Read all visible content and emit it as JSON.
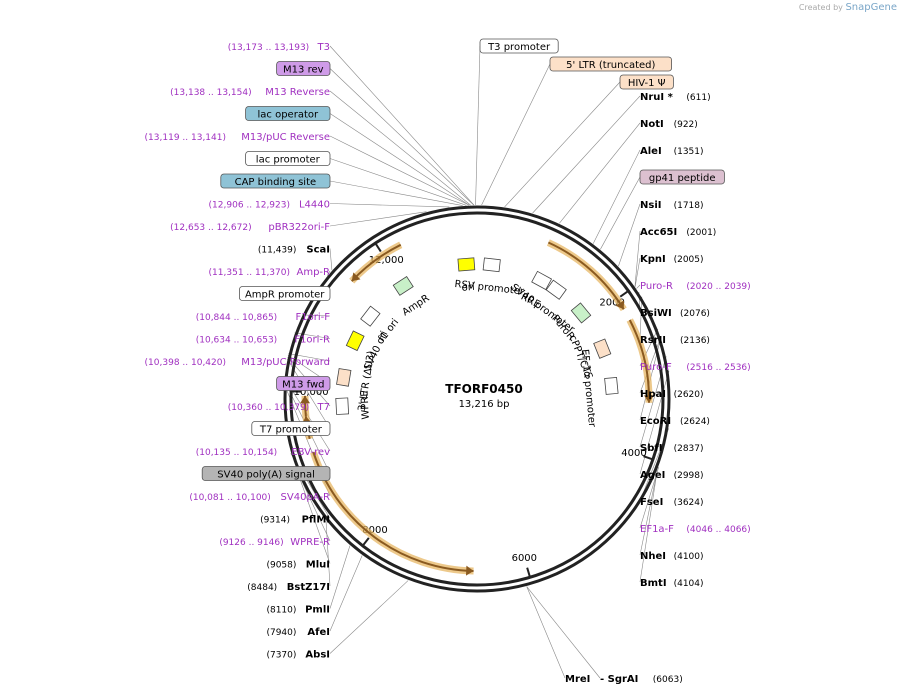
{
  "credit": {
    "prefix": "Created by",
    "brand": "SnapGene"
  },
  "plasmid": {
    "name": "TFORF0450",
    "length_label": "13,216 bp",
    "length": 13216
  },
  "colors": {
    "primer": "#a030c0",
    "site": "#000000",
    "backbone": "#222222",
    "lac_operator": "#8fc3d6",
    "cap_site": "#8fc3d6",
    "m13": "#cf9be8",
    "ltr": "#fce0c8",
    "gp41": "#dcc0d0",
    "sv40pa": "#b4b4b4",
    "orange_arrow": "#e6b25a"
  },
  "ticks": [
    {
      "label": "2000",
      "bp": 2000
    },
    {
      "label": "4000",
      "bp": 4000
    },
    {
      "label": "6000",
      "bp": 6000
    },
    {
      "label": "8000",
      "bp": 8000
    },
    {
      "label": "10,000",
      "bp": 10000
    },
    {
      "label": "12,000",
      "bp": 12000
    }
  ],
  "features_outer": [
    {
      "name": "AmpR arrow",
      "start": 11500,
      "end": 12250,
      "dir": -1
    },
    {
      "name": "orange-1",
      "start": 900,
      "end": 2150,
      "dir": 1
    },
    {
      "name": "orange-2",
      "start": 2300,
      "end": 3350,
      "dir": 1
    },
    {
      "name": "orange-3",
      "start": 6650,
      "end": 9250,
      "dir": -1
    },
    {
      "name": "orange-4",
      "start": 9420,
      "end": 9700,
      "dir": 1
    },
    {
      "name": "orange-5",
      "start": 9700,
      "end": 9950,
      "dir": 1
    }
  ],
  "features_inner": [
    {
      "label": "ori",
      "bp": 13050,
      "color": "#ffff00"
    },
    {
      "label": "AmpR",
      "bp": 12000,
      "color": "#c8f0c8"
    },
    {
      "label": "f1 ori",
      "bp": 11300,
      "color": "#ffffff"
    },
    {
      "label": "SV40 ori",
      "bp": 10850,
      "color": "#ffff00"
    },
    {
      "label": "RSV promoter",
      "bp": 230,
      "color": "#ffffff"
    },
    {
      "label": "RRE",
      "bp": 1050,
      "color": "#ffffff"
    },
    {
      "label": "SV40 promoter",
      "bp": 1320,
      "color": "#ffffff"
    },
    {
      "label": "PuroR",
      "bp": 1850,
      "color": "#c8f0c8"
    },
    {
      "label": "cPPT/CTS",
      "bp": 2500,
      "color": "#fce0c8"
    },
    {
      "label": "EF-1α promoter",
      "bp": 3100,
      "color": "#ffffff"
    },
    {
      "label": "3' LTR (ΔU3)",
      "bp": 10250,
      "color": "#fce0c8"
    },
    {
      "label": "WPRE",
      "bp": 9800,
      "color": "#ffffff"
    }
  ],
  "right_labels": [
    {
      "text": "NruI *",
      "pos": "(611)",
      "bp": 611,
      "kind": "site"
    },
    {
      "text": "NotI",
      "pos": "(922)",
      "bp": 922,
      "kind": "site"
    },
    {
      "text": "AleI",
      "pos": "(1351)",
      "bp": 1351,
      "kind": "site"
    },
    {
      "text": "gp41 peptide",
      "pos": "",
      "bp": 1450,
      "kind": "boxed_gp41"
    },
    {
      "text": "NsiI",
      "pos": "(1718)",
      "bp": 1718,
      "kind": "site"
    },
    {
      "text": "Acc65I",
      "pos": "(2001)",
      "bp": 2001,
      "kind": "site"
    },
    {
      "text": "KpnI",
      "pos": "(2005)",
      "bp": 2005,
      "kind": "site"
    },
    {
      "text": "Puro-R",
      "pos": "(2020 .. 2039)",
      "bp": 2030,
      "kind": "primer"
    },
    {
      "text": "BsiWI",
      "pos": "(2076)",
      "bp": 2076,
      "kind": "site"
    },
    {
      "text": "RsrII",
      "pos": "(2136)",
      "bp": 2136,
      "kind": "site"
    },
    {
      "text": "Puro-F",
      "pos": "(2516 .. 2536)",
      "bp": 2526,
      "kind": "primer"
    },
    {
      "text": "HpaI",
      "pos": "(2620)",
      "bp": 2620,
      "kind": "site"
    },
    {
      "text": "EcoRI",
      "pos": "(2624)",
      "bp": 2624,
      "kind": "site"
    },
    {
      "text": "SbfI",
      "pos": "(2837)",
      "bp": 2837,
      "kind": "site"
    },
    {
      "text": "AgeI",
      "pos": "(2998)",
      "bp": 2998,
      "kind": "site"
    },
    {
      "text": "FseI",
      "pos": "(3624)",
      "bp": 3624,
      "kind": "site"
    },
    {
      "text": "EF1a-F",
      "pos": "(4046 .. 4066)",
      "bp": 4056,
      "kind": "primer"
    },
    {
      "text": "NheI",
      "pos": "(4100)",
      "bp": 4100,
      "kind": "site"
    },
    {
      "text": "BmtI",
      "pos": "(4104)",
      "bp": 4104,
      "kind": "site"
    },
    {
      "text": "MreI",
      "pos": "",
      "bp": 6063,
      "kind": "site"
    },
    {
      "text": "- SgrAI",
      "pos": "(6063)",
      "bp": 6063,
      "kind": "site"
    }
  ],
  "left_labels": [
    {
      "text": "T3",
      "pos": "(13,173 .. 13,193)",
      "bp": 13183,
      "kind": "primer"
    },
    {
      "text": "M13 rev",
      "pos": "",
      "bp": 13180,
      "kind": "boxed_m13"
    },
    {
      "text": "M13 Reverse",
      "pos": "(13,138 .. 13,154)",
      "bp": 13146,
      "kind": "primer"
    },
    {
      "text": "lac operator",
      "pos": "",
      "bp": 13130,
      "kind": "boxed_lac"
    },
    {
      "text": "M13/pUC Reverse",
      "pos": "(13,119 .. 13,141)",
      "bp": 13130,
      "kind": "primer"
    },
    {
      "text": "lac promoter",
      "pos": "",
      "bp": 13100,
      "kind": "boxed_white"
    },
    {
      "text": "CAP binding site",
      "pos": "",
      "bp": 13060,
      "kind": "boxed_cap"
    },
    {
      "text": "L4440",
      "pos": "(12,906 .. 12,923)",
      "bp": 12915,
      "kind": "primer"
    },
    {
      "text": "pBR322ori-F",
      "pos": "(12,653 .. 12,672)",
      "bp": 12662,
      "kind": "primer"
    },
    {
      "text": "ScaI",
      "pos": "(11,439)",
      "bp": 11439,
      "kind": "site"
    },
    {
      "text": "Amp-R",
      "pos": "(11,351 .. 11,370)",
      "bp": 11360,
      "kind": "primer"
    },
    {
      "text": "AmpR promoter",
      "pos": "",
      "bp": 11200,
      "kind": "boxed_white"
    },
    {
      "text": "F1ori-F",
      "pos": "(10,844 .. 10,865)",
      "bp": 10855,
      "kind": "primer"
    },
    {
      "text": "F1ori-R",
      "pos": "(10,634 .. 10,653)",
      "bp": 10644,
      "kind": "primer"
    },
    {
      "text": "M13/pUC Forward",
      "pos": "(10,398 .. 10,420)",
      "bp": 10409,
      "kind": "primer"
    },
    {
      "text": "M13 fwd",
      "pos": "",
      "bp": 10390,
      "kind": "boxed_m13"
    },
    {
      "text": "T7",
      "pos": "(10,360 .. 10,379)",
      "bp": 10370,
      "kind": "primer"
    },
    {
      "text": "T7 promoter",
      "pos": "",
      "bp": 10350,
      "kind": "boxed_white"
    },
    {
      "text": "EBV-rev",
      "pos": "(10,135 .. 10,154)",
      "bp": 10145,
      "kind": "primer"
    },
    {
      "text": "SV40 poly(A) signal",
      "pos": "",
      "bp": 10120,
      "kind": "boxed_sv40"
    },
    {
      "text": "SV40pA-R",
      "pos": "(10,081 .. 10,100)",
      "bp": 10090,
      "kind": "primer"
    },
    {
      "text": "PflMI",
      "pos": "(9314)",
      "bp": 9314,
      "kind": "site"
    },
    {
      "text": "WPRE-R",
      "pos": "(9126 .. 9146)",
      "bp": 9136,
      "kind": "primer"
    },
    {
      "text": "MluI",
      "pos": "(9058)",
      "bp": 9058,
      "kind": "site"
    },
    {
      "text": "BstZ17I",
      "pos": "(8484)",
      "bp": 8484,
      "kind": "site"
    },
    {
      "text": "PmlI",
      "pos": "(8110)",
      "bp": 8110,
      "kind": "site"
    },
    {
      "text": "AfeI",
      "pos": "(7940)",
      "bp": 7940,
      "kind": "site"
    },
    {
      "text": "AbsI",
      "pos": "(7370)",
      "bp": 7370,
      "kind": "site"
    }
  ],
  "top_labels": [
    {
      "text": "T3 promoter",
      "bp": 13200,
      "kind": "boxed_white"
    },
    {
      "text": "5' LTR (truncated)",
      "bp": 50,
      "kind": "boxed_ltr"
    },
    {
      "text": "HIV-1 Ψ",
      "bp": 300,
      "kind": "boxed_ltr"
    }
  ]
}
